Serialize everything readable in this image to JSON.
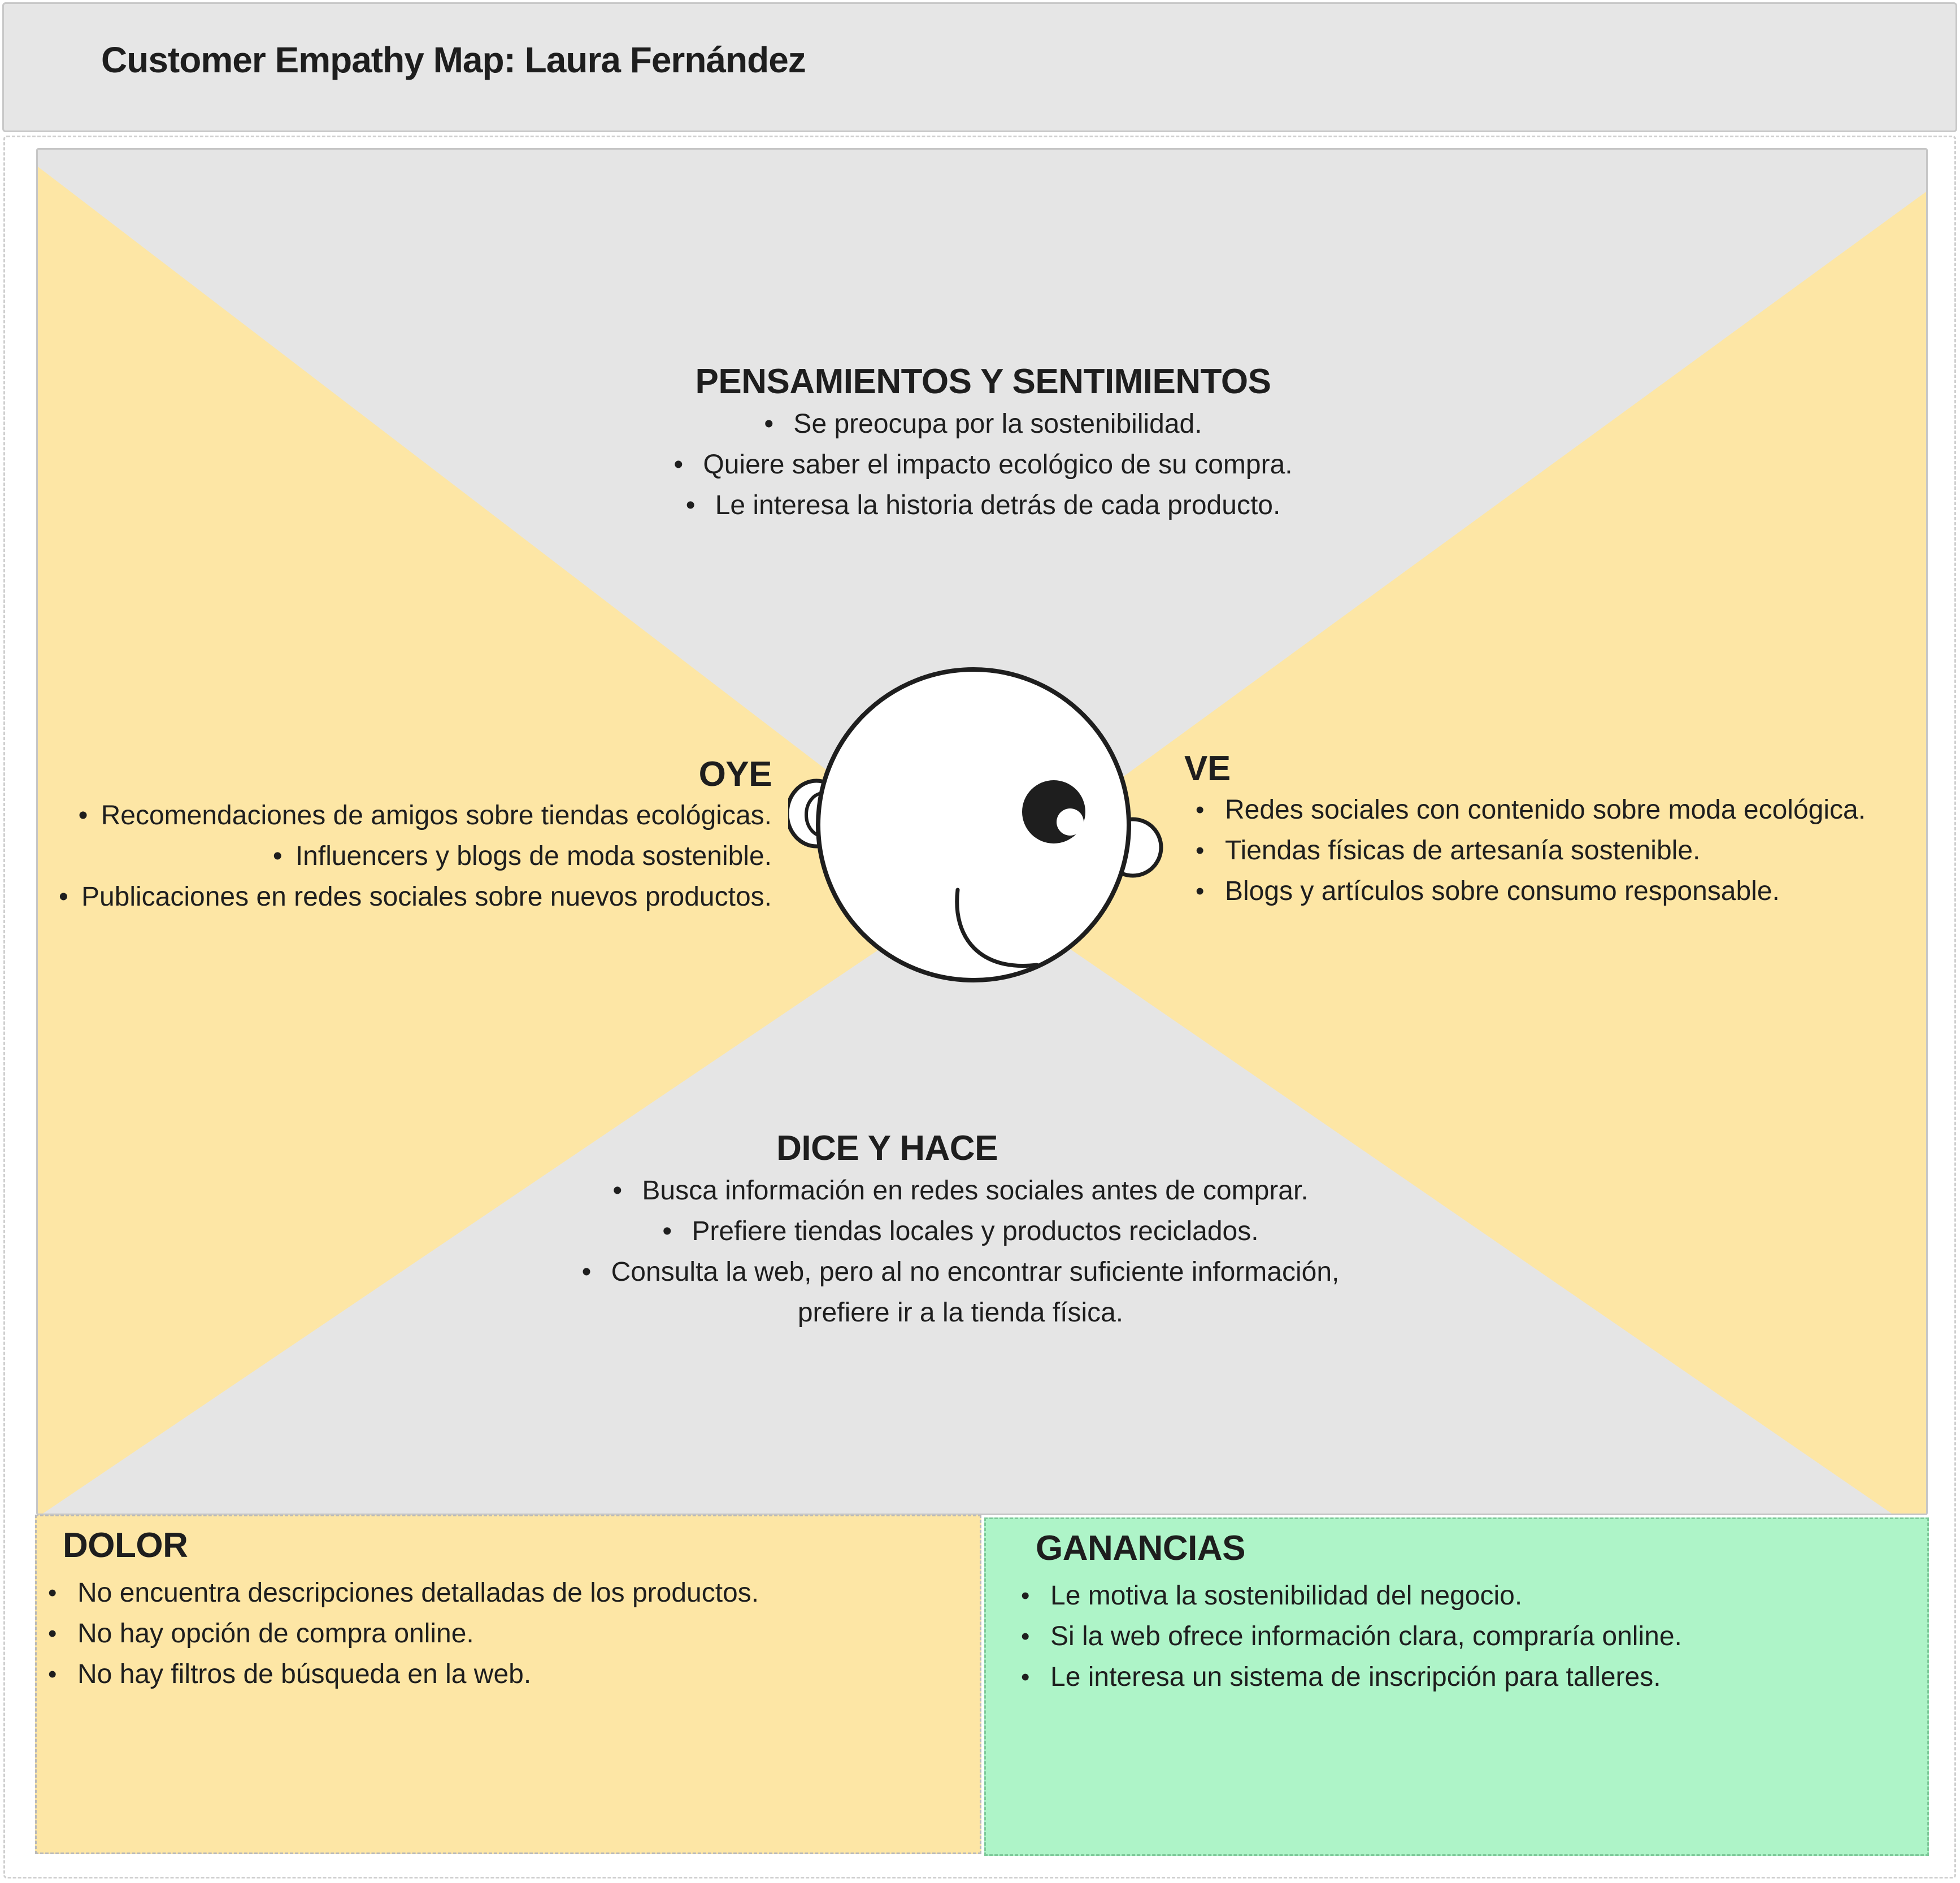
{
  "title": "Customer Empathy Map: Laura Fernández",
  "colors": {
    "header_bg": "#e6e6e6",
    "quadrant_gray": "#e5e5e5",
    "quadrant_yellow": "#fde6a5",
    "gains_green": "#aef4c8",
    "text": "#1e1e1e"
  },
  "thinks_feels": {
    "title": "PENSAMIENTOS Y SENTIMIENTOS",
    "items": [
      "Se preocupa por la sostenibilidad.",
      "Quiere saber el impacto ecológico de su compra.",
      "Le interesa la historia detrás de cada producto."
    ]
  },
  "hears": {
    "title": "OYE",
    "items": [
      "Recomendaciones de amigos sobre tiendas ecológicas.",
      "Influencers y blogs de moda sostenible.",
      "Publicaciones en redes sociales sobre nuevos productos."
    ]
  },
  "sees": {
    "title": "VE",
    "items": [
      "Redes sociales con contenido sobre moda ecológica.",
      "Tiendas físicas de artesanía sostenible.",
      "Blogs y artículos sobre consumo responsable."
    ]
  },
  "says_does": {
    "title": "DICE Y HACE",
    "items": [
      "Busca información en redes sociales antes de comprar.",
      "Prefiere tiendas locales y productos reciclados.",
      "Consulta la web, pero al no encontrar suficiente información,"
    ],
    "continuation": "prefiere ir a la tienda física."
  },
  "pains": {
    "title": "DOLOR",
    "items": [
      "No encuentra descripciones detalladas de los productos.",
      "No hay opción de compra online.",
      "No hay filtros de búsqueda en la web."
    ]
  },
  "gains": {
    "title": "GANANCIAS",
    "items": [
      "Le motiva la sostenibilidad del negocio.",
      "Si la web ofrece información clara, compraría online.",
      "Le interesa un sistema de inscripción para talleres."
    ]
  },
  "center_icon": "smiling-face-icon"
}
